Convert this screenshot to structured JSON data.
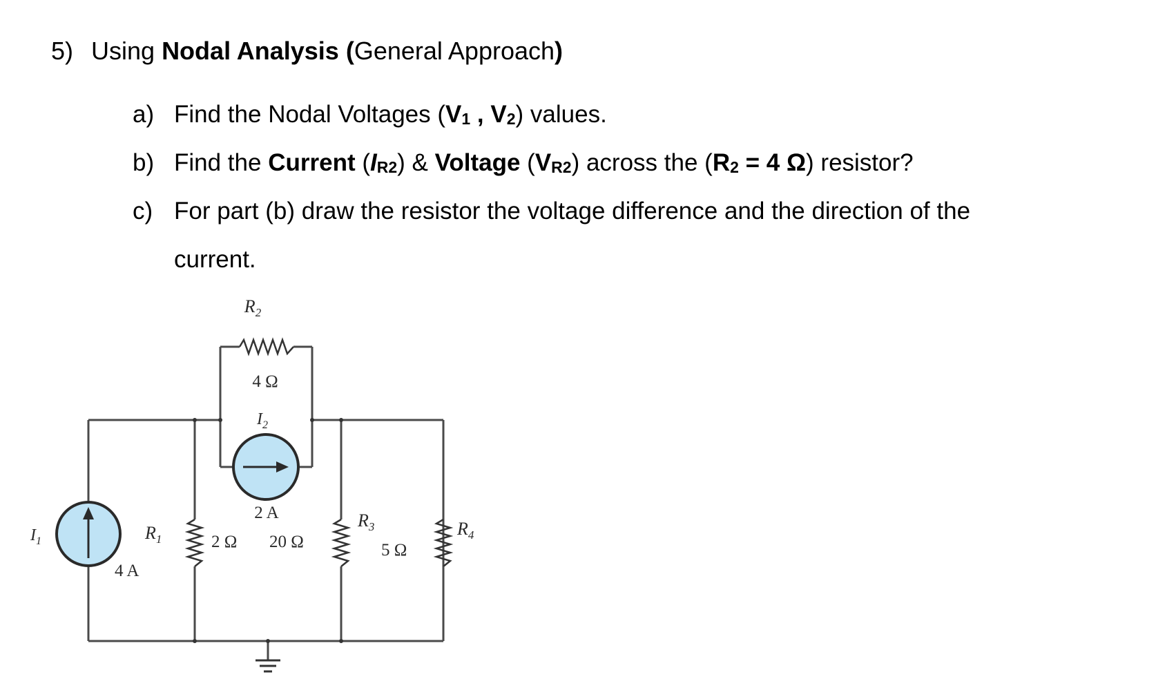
{
  "question": {
    "number": "5)",
    "prefix": "Using",
    "bold_phrase": "Nodal Analysis",
    "open_paren": "(",
    "approach": "General Approach",
    "close_paren": ")"
  },
  "items": {
    "a": {
      "label": "a)",
      "t1": "Find the Nodal Voltages (",
      "v1": "V",
      "v1_sub": "1",
      "comma": " , ",
      "v2": "V",
      "v2_sub": "2",
      "t2": ") values."
    },
    "b": {
      "label": "b)",
      "t1": "Find the ",
      "current": "Current",
      "t2": " (",
      "i": "I",
      "i_sub": "R2",
      "t3": ") & ",
      "voltage": "Voltage",
      "t4": " (",
      "v": "V",
      "v_sub": "R2",
      "t5": ") across the (",
      "r": "R",
      "r_sub": "2",
      "r_val": " = 4 Ω",
      "t6": ") resistor?"
    },
    "c": {
      "label": "c)",
      "line1": "For part (b) draw the resistor the voltage difference and the direction of the",
      "line2": "current."
    }
  },
  "circuit": {
    "source1": {
      "name": "I",
      "sub": "1",
      "value": "4 A"
    },
    "source2": {
      "name": "I",
      "sub": "2",
      "value": "2 A"
    },
    "r1": {
      "name": "R",
      "sub": "1",
      "value": "2 Ω"
    },
    "r2": {
      "name": "R",
      "sub": "2",
      "value": "4 Ω"
    },
    "r3": {
      "name": "R",
      "sub": "3",
      "value": "20 Ω"
    },
    "r4": {
      "name": "R",
      "sub": "4",
      "value": "5 Ω"
    },
    "colors": {
      "wire": "#4a4a4a",
      "source_fill": "#bfe3f5",
      "source_stroke": "#2a2a2a"
    }
  }
}
